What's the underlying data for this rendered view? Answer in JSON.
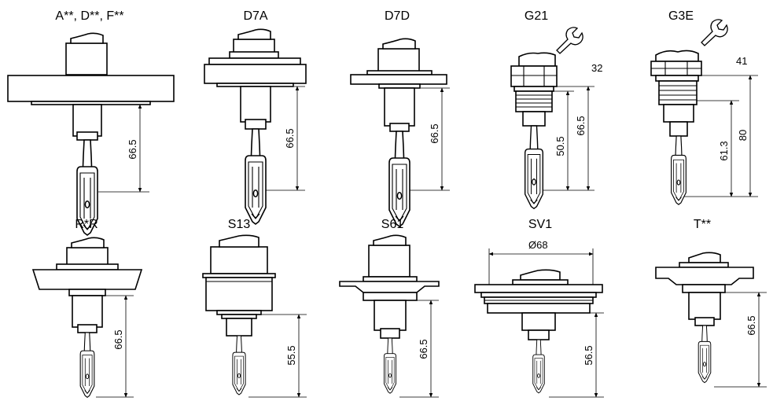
{
  "variants": [
    {
      "id": "afd",
      "title": "A**, D**, F**",
      "dims": [
        {
          "label": "66.5"
        }
      ]
    },
    {
      "id": "d7a",
      "title": "D7A",
      "dims": [
        {
          "label": "66.5"
        }
      ]
    },
    {
      "id": "d7d",
      "title": "D7D",
      "dims": [
        {
          "label": "66.5"
        }
      ]
    },
    {
      "id": "g21",
      "title": "G21",
      "wrench": "32",
      "dims": [
        {
          "label": "50.5"
        },
        {
          "label": "66.5"
        }
      ]
    },
    {
      "id": "g3e",
      "title": "G3E",
      "wrench": "41",
      "dims": [
        {
          "label": "61.3"
        },
        {
          "label": "80"
        }
      ]
    },
    {
      "id": "rr",
      "title": "R*R",
      "dims": [
        {
          "label": "66.5"
        }
      ]
    },
    {
      "id": "s13",
      "title": "S13",
      "dims": [
        {
          "label": "55.5"
        }
      ]
    },
    {
      "id": "s61",
      "title": "S61",
      "dims": [
        {
          "label": "66.5"
        }
      ]
    },
    {
      "id": "sv1",
      "title": "SV1",
      "diameter": "Ø68",
      "dims": [
        {
          "label": "56.5"
        }
      ]
    },
    {
      "id": "t",
      "title": "T**",
      "dims": [
        {
          "label": "66.5"
        }
      ]
    }
  ],
  "icons": {
    "wrench": "wrench-icon",
    "fork": "tuning-fork-icon"
  }
}
